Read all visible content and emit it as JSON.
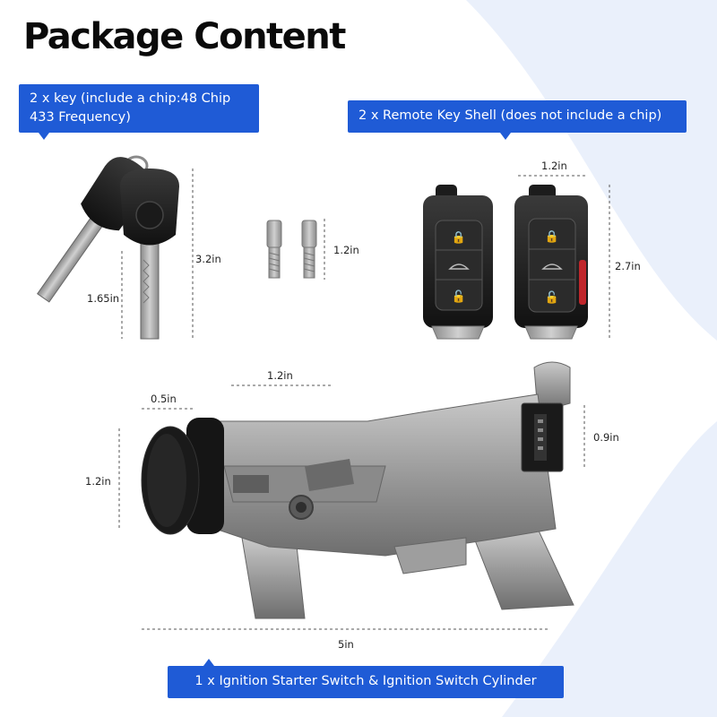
{
  "title": "Package Content",
  "callouts": {
    "keys": "2 x key (include a chip:48 Chip 433 Frequency)",
    "remote_shell": "2 x Remote Key Shell (does not include a chip)",
    "switch": "1 x Ignition Starter Switch & Ignition Switch Cylinder"
  },
  "dimensions": {
    "key_height": "3.2in",
    "key_blade": "1.65in",
    "screw_height": "1.2in",
    "remote_width": "1.2in",
    "remote_height": "2.7in",
    "switch_top_width": "1.2in",
    "cylinder_width": "0.5in",
    "cylinder_height": "1.2in",
    "connector_height": "0.9in",
    "switch_length": "5in"
  },
  "colors": {
    "accent": "#1f5bd6",
    "swoosh": "#eaf0fb"
  }
}
